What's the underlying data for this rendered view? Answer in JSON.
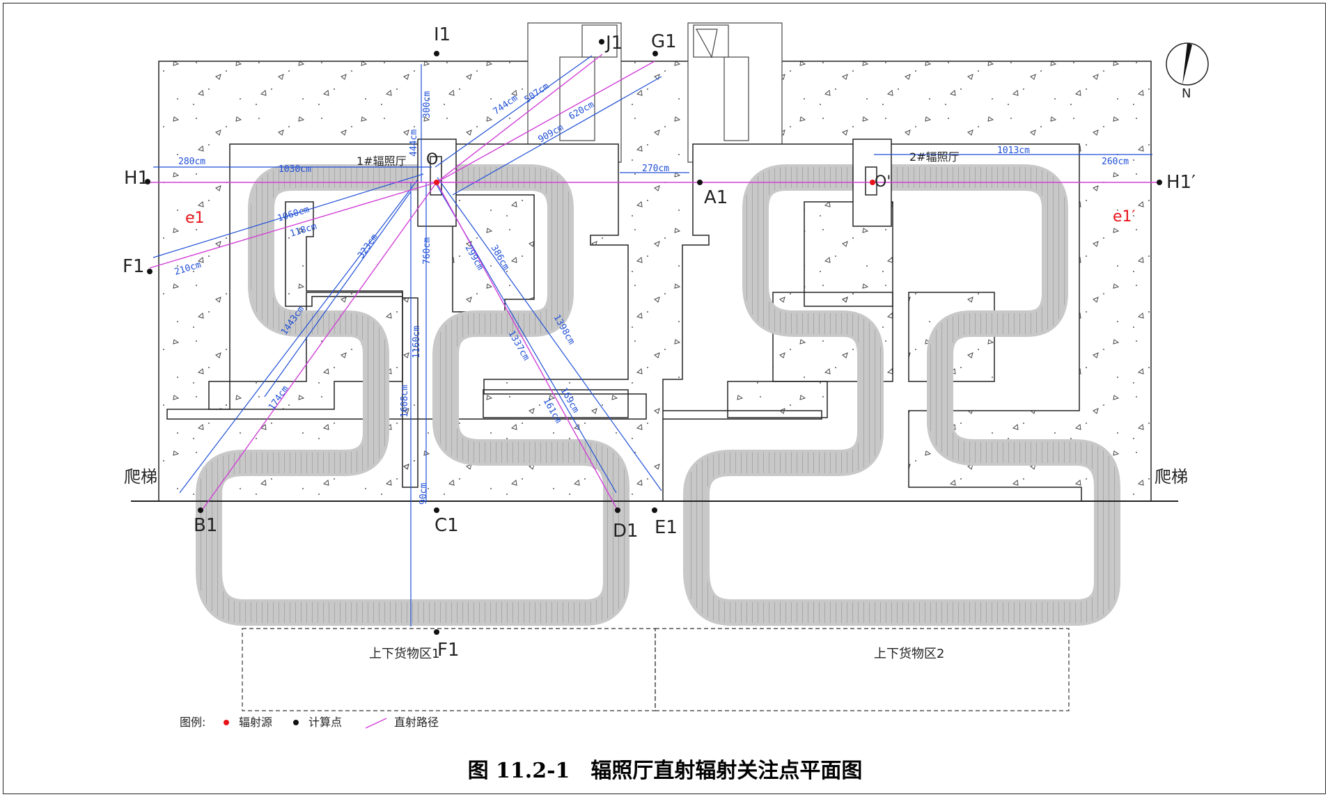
{
  "caption": "图 11.2-1　辐照厅直射辐射关注点平面图",
  "rooms": {
    "hall1": "1#辐照厅",
    "hall2": "2#辐照厅"
  },
  "loading_areas": [
    "上下货物区1",
    "上下货物区2"
  ],
  "ladders": [
    "爬梯",
    "爬梯"
  ],
  "north": "N",
  "sources": [
    "O",
    "O'"
  ],
  "points": [
    "I1",
    "J1",
    "G1",
    "H1",
    "F1",
    "B1",
    "C1",
    "D1",
    "E1",
    "A1",
    "H1′",
    "F1"
  ],
  "zones": [
    "e1",
    "e1′"
  ],
  "dimensions": [
    "280cm",
    "1030cm",
    "300cm",
    "444cm",
    "744cm",
    "507cm",
    "620cm",
    "909cm",
    "270cm",
    "1013cm",
    "260cm",
    "1060cm",
    "118cm",
    "210cm",
    "323cm",
    "1443cm",
    "174cm",
    "760cm",
    "1160cm",
    "1608cm",
    "90cm",
    "299cm",
    "386cm",
    "1398cm",
    "1337cm",
    "161cm",
    "169cm"
  ],
  "legend": {
    "title": "图例:",
    "source": "辐射源",
    "calc": "计算点",
    "path": "直射路径"
  },
  "colors": {
    "source": "#e8131a",
    "path": "#d13fd6",
    "dimension": "#1f4fd6",
    "line": "#222222"
  }
}
